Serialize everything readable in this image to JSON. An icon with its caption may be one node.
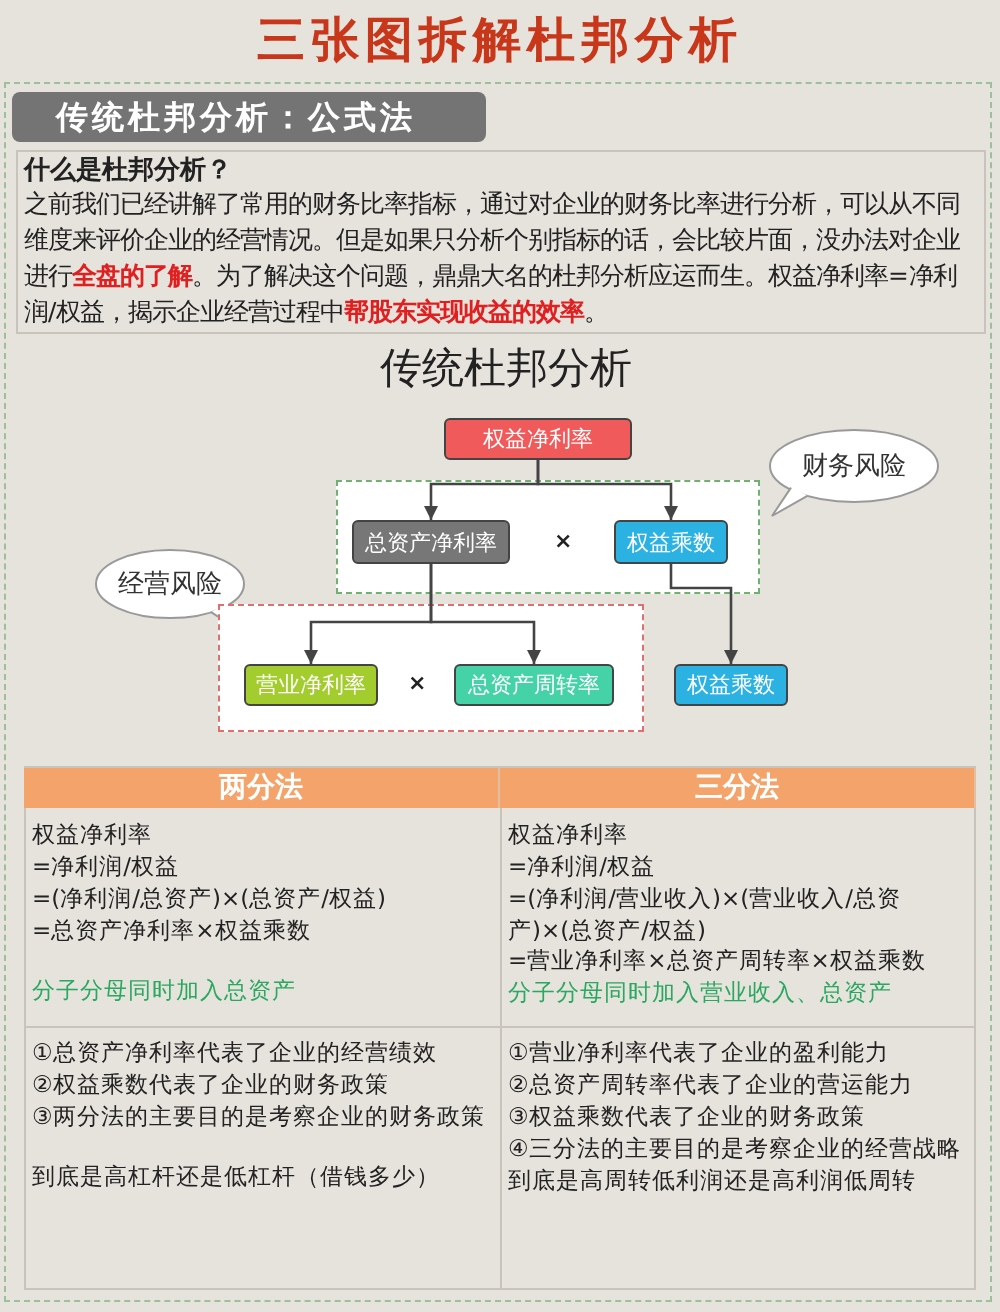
{
  "diagram": {
    "title": "三张图拆解杜邦分析",
    "nodes": [
      {
        "text": [
          "权益净利率"
        ]
      },
      {
        "text": [
          "财务风险"
        ]
      },
      {
        "text": [],
        "shape": "box"
      },
      {
        "text": [
          "总资产净利率"
        ],
        "in": 2
      },
      {
        "text": [
          "权益乘数"
        ],
        "in": 2
      },
      {
        "text": [
          "经营风险"
        ]
      },
      {
        "text": [],
        "shape": "box"
      },
      {
        "text": [
          "营业净利率"
        ],
        "in": 6
      },
      {
        "text": [
          "总资产周转率"
        ],
        "in": 6
      },
      {
        "text": [
          "权益乘数"
        ]
      }
    ],
    "edges": [
      {
        "from": 0,
        "to": 3,
        "arrow": "to"
      },
      {
        "from": 0,
        "to": 4,
        "arrow": "to"
      },
      {
        "from": 3,
        "to": 7,
        "arrow": "to"
      },
      {
        "from": 3,
        "to": 8,
        "arrow": "to"
      },
      {
        "from": 4,
        "to": 9,
        "arrow": "to"
      }
    ],
    "labels": [
      "传统杜邦分析：公式法",
      "什么是杜邦分析？",
      "之前我们已经讲解了常用的财务比率指标，通过对企业的财务比率进行分析，可以从不同维度来评价企业的经营情况。但是如果只分析个别指标的话，会比较片面，没办法对企业进行**全盘的了解**。为了解决这个问题，鼎鼎大名的杜邦分析应运而生。权益净利率=净利润/权益，揭示企业经营过程中**帮股东实现收益的效率**。",
      "传统杜邦分析",
      "×",
      "×",
      "两分法",
      "三分法",
      "权益净利率",
      "=净利润/权益",
      "=(净利润/总资产)×(总资产/权益)",
      "=总资产净利率×权益乘数",
      "分子分母同时加入总资产",
      "权益净利率",
      "=净利润/权益",
      "=(净利润/营业收入)×(营业收入/总资产)×(总资产/权益)",
      "=营业净利率×总资产周转率×权益乘数",
      "分子分母同时加入营业收入、总资产",
      "①总资产净利率代表了企业的经营绩效",
      "②权益乘数代表了企业的财务政策",
      "③两分法的主要目的是考察企业的财务政策",
      "到底是高杠杆还是低杠杆（借钱多少）",
      "①营业净利率代表了企业的盈利能力",
      "②总资产周转率代表了企业的营运能力",
      "③权益乘数代表了企业的财务政策",
      "④三分法的主要目的是考察企业的经营战略",
      "到底是高周转低利润还是高利润低周转"
    ]
  }
}
